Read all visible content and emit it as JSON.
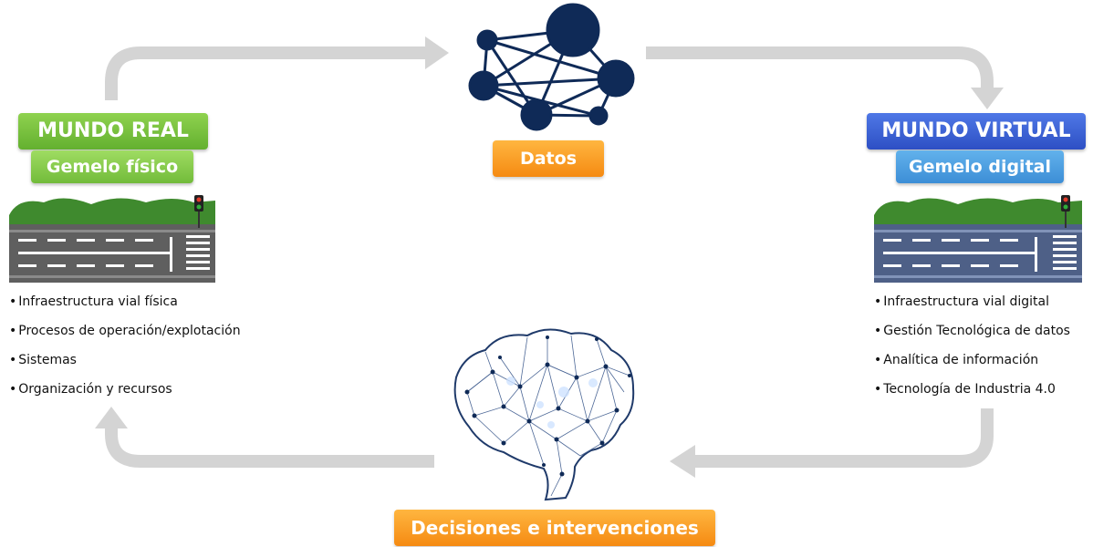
{
  "mundo_real": {
    "title": "MUNDO REAL",
    "subtitle": "Gemelo físico",
    "items": [
      "Infraestructura vial física",
      "Procesos de operación/explotación",
      "Sistemas",
      "Organización y recursos"
    ]
  },
  "mundo_virtual": {
    "title": "MUNDO VIRTUAL",
    "subtitle": "Gemelo digital",
    "items": [
      "Infraestructura vial digital",
      "Gestión Tecnológica de datos",
      "Analítica de información",
      "Tecnología de Industria 4.0"
    ]
  },
  "datos": {
    "label": "Datos"
  },
  "decisiones": {
    "label": "Decisiones e intervenciones"
  },
  "colors": {
    "real_green": "#63b02f",
    "virtual_blue": "#2d4fc4",
    "orange": "#f58a12",
    "network_navy": "#0f2a57",
    "arrow_gray": "#d4d4d4"
  },
  "icons": [
    "network-icon",
    "brain-network-icon",
    "road-physical-icon",
    "road-digital-icon",
    "traffic-light-icon"
  ]
}
